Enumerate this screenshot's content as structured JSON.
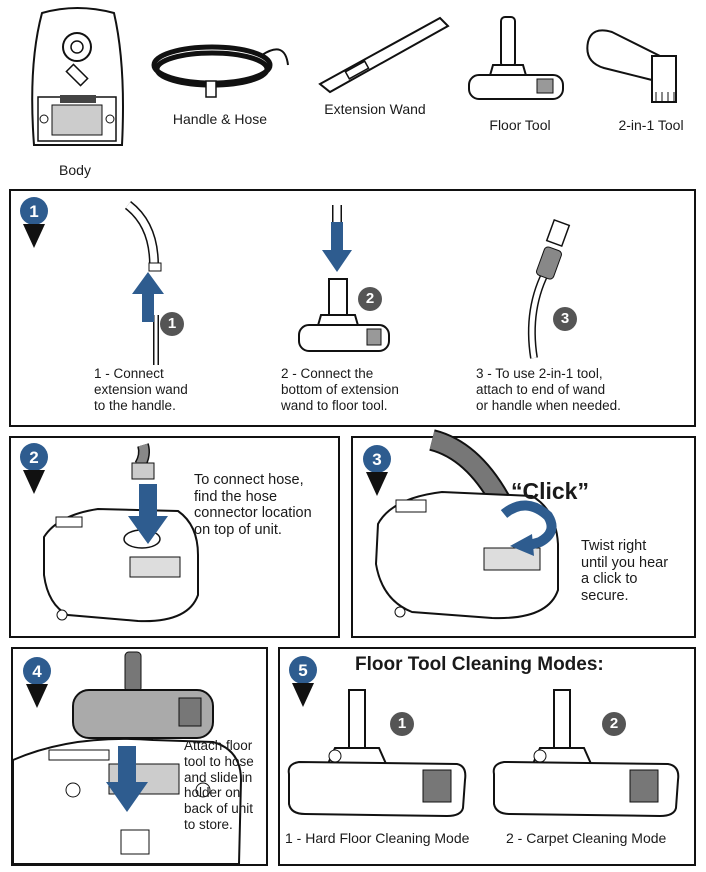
{
  "colors": {
    "accent_blue": "#2e5c8f",
    "outline": "#111111",
    "gray": "#555555"
  },
  "parts": {
    "body": "Body",
    "hose": "Handle & Hose",
    "wand": "Extension Wand",
    "floor_tool": "Floor Tool",
    "tool_2in1": "2-in-1 Tool"
  },
  "step1": {
    "badge": "1",
    "sub": [
      {
        "num": "1",
        "text": "1 - Connect\nextension wand\nto the handle."
      },
      {
        "num": "2",
        "text": "2 - Connect the\nbottom of extension\nwand to floor tool."
      },
      {
        "num": "3",
        "text": "3 - To use 2-in-1 tool,\nattach to end of wand\nor handle when needed."
      }
    ]
  },
  "step2": {
    "badge": "2",
    "text": "To connect hose,\nfind the hose\nconnector location\non top of unit."
  },
  "step3": {
    "badge": "3",
    "click": "“Click”",
    "text": "Twist right\nuntil you hear\na click to\nsecure."
  },
  "step4": {
    "badge": "4",
    "text": "Attach floor\ntool to hose\nand slide in\nholder on\nback of unit\nto store."
  },
  "step5": {
    "badge": "5",
    "title": "Floor Tool Cleaning Modes:",
    "modes": [
      {
        "num": "1",
        "label": "1 - Hard Floor Cleaning Mode"
      },
      {
        "num": "2",
        "label": "2 - Carpet Cleaning Mode"
      }
    ]
  }
}
